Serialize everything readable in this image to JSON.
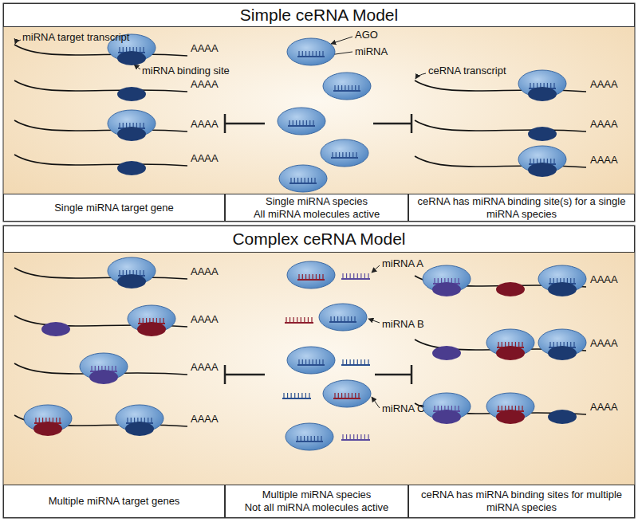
{
  "diagram": {
    "nodes": [
      {
        "text": [
          "Simple ceRNA Model"
        ]
      },
      {
        "text": [
          "Single miRNA target gene"
        ]
      },
      {
        "text": [
          "Single miRNA species",
          "All miRNA molecules active"
        ]
      },
      {
        "text": [
          "ceRNA has miRNA binding site(s) for a single miRNA species"
        ]
      },
      {
        "text": [
          "Complex ceRNA Model"
        ]
      },
      {
        "text": [
          "Multiple miRNA target genes"
        ]
      },
      {
        "text": [
          "Multiple miRNA species",
          "Not all miRNA molecules active"
        ]
      },
      {
        "text": [
          "ceRNA has miRNA binding sites for multiple miRNA species"
        ]
      }
    ],
    "labels": [
      "miRNA target transcript",
      "miRNA binding site",
      "AGO",
      "miRNA",
      "ceRNA transcript",
      "AAAA",
      "AAAA",
      "AAAA",
      "AAAA",
      "AAAA",
      "AAAA",
      "AAAA",
      "miRNA A",
      "miRNA B",
      "miRNA C",
      "AAAA",
      "AAAA",
      "AAAA",
      "AAAA",
      "AAAA",
      "AAAA",
      "AAAA"
    ]
  }
}
